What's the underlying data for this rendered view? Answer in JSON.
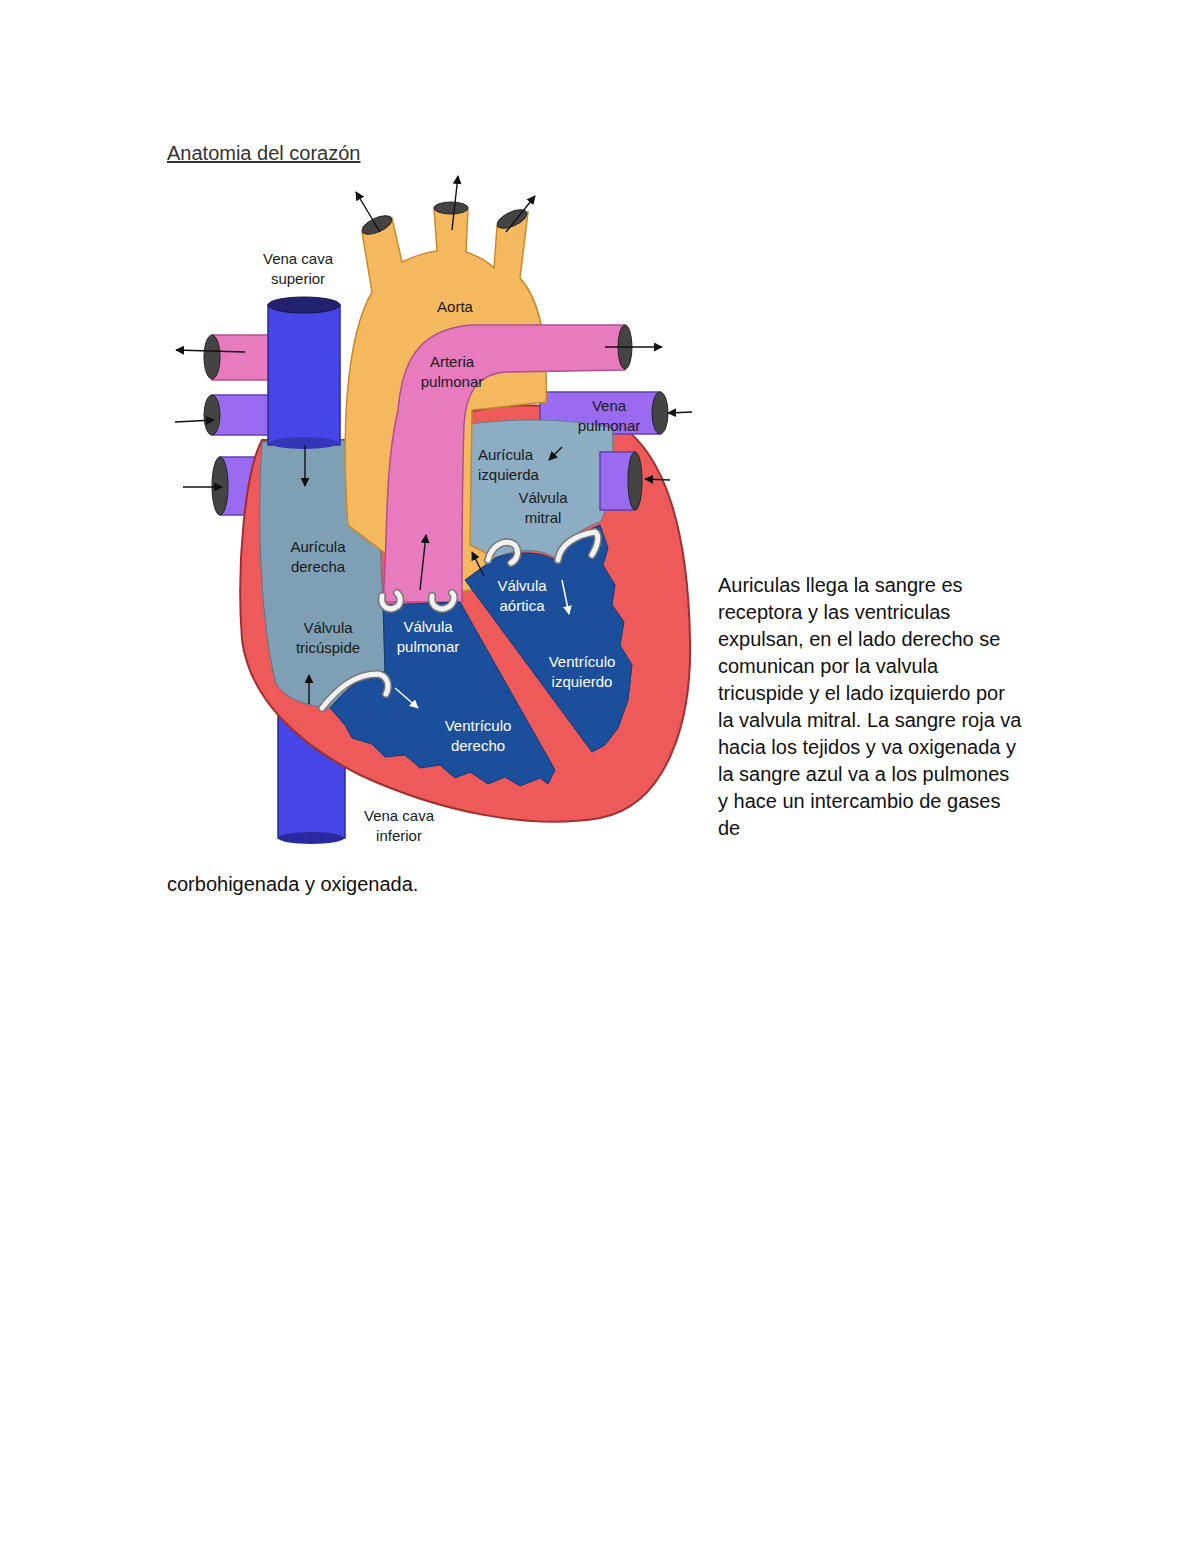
{
  "diagram": {
    "title": "Anatomia del corazón",
    "labels": [
      "Vena cava superior",
      "Aorta",
      "Arteria pulmonar",
      "Vena pulmonar",
      "Aurícula izquierda",
      "Válvula mitral",
      "Aurícula derecha",
      "Válvula aórtica",
      "Válvula tricúspide",
      "Válvula pulmonar",
      "Ventrículo izquierdo",
      "Ventrículo derecho",
      "Vena cava inferior",
      "Auriculas llega la sangre es receptora y las ventriculas expulsan, en el lado derecho se comunican por la valvula tricuspide y el lado izquierdo por la valvula mitral. La sangre roja va hacia los tejidos y va oxigenada y la sangre azul va a los pulmones y hace un intercambio de gases de",
      "corbohigenada y oxigenada."
    ]
  }
}
